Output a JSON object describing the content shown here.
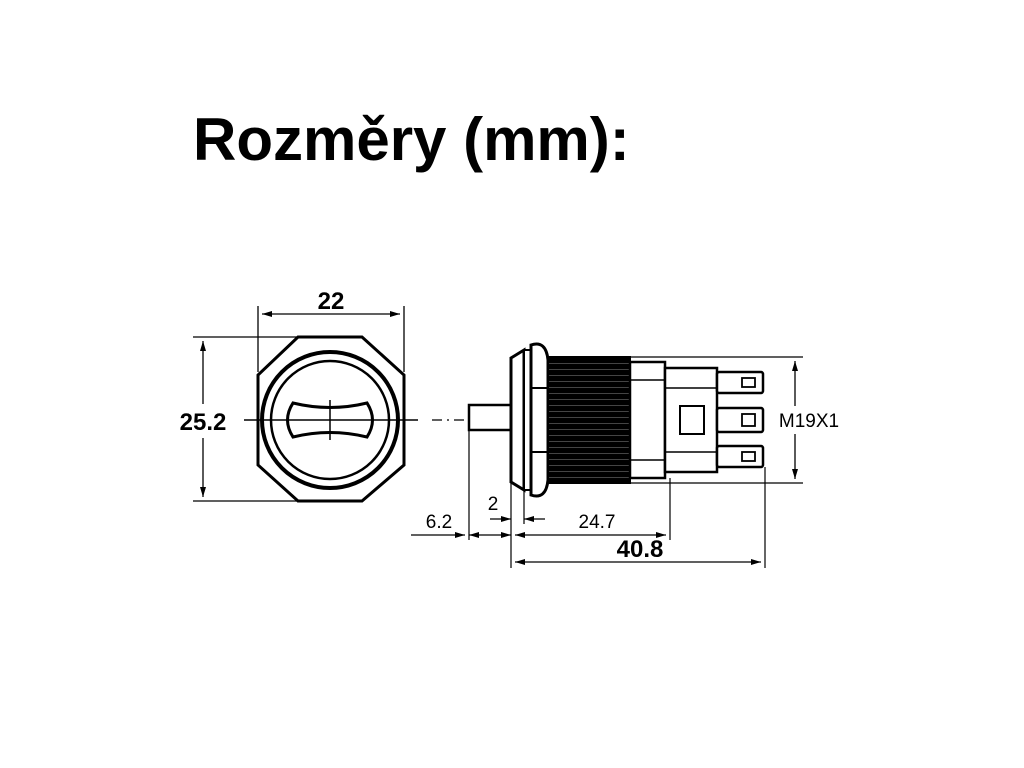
{
  "title": "Rozměry (mm):",
  "dimensions": {
    "width": "22",
    "height": "25.2",
    "thread": "M19X1",
    "actuator": "6.2",
    "flange": "2",
    "body": "24.7",
    "total": "40.8"
  },
  "colors": {
    "ink": "#000000",
    "background": "#ffffff"
  }
}
